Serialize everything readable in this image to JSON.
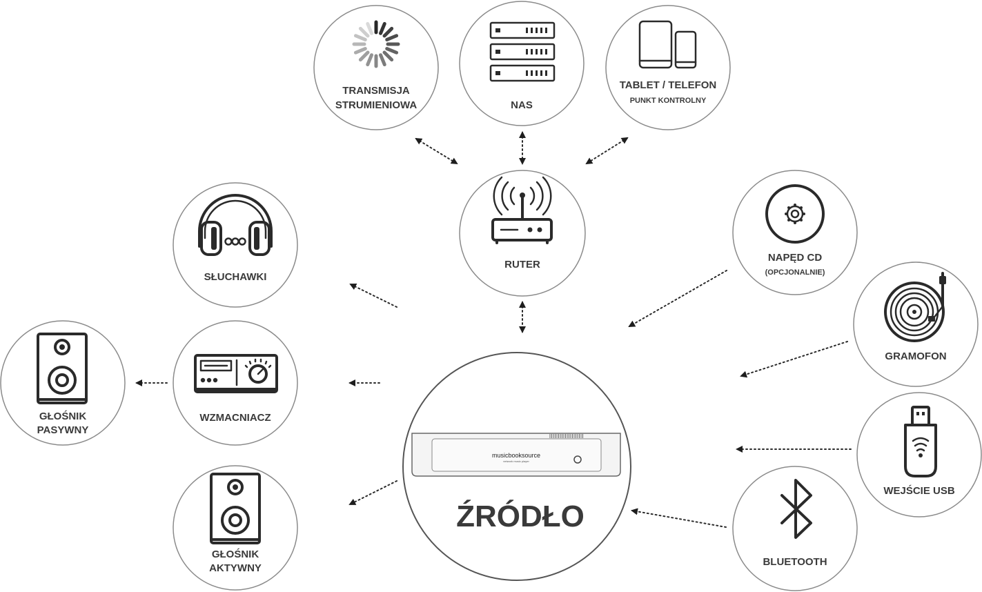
{
  "nodes": {
    "streaming": {
      "line1": "TRANSMISJA",
      "line2": "STRUMIENIOWA"
    },
    "nas": {
      "label": "NAS"
    },
    "tablet": {
      "line1": "TABLET / TELEFON",
      "line2": "PUNKT KONTROLNY"
    },
    "router": {
      "label": "RUTER"
    },
    "headphones": {
      "label": "SŁUCHAWKI"
    },
    "amplifier": {
      "label": "WZMACNIACZ"
    },
    "passive_speaker": {
      "line1": "GŁOŚNIK",
      "line2": "PASYWNY"
    },
    "active_speaker": {
      "line1": "GŁOŚNIK",
      "line2": "AKTYWNY"
    },
    "cd_drive": {
      "line1": "NAPĘD CD",
      "line2": "(OPCJONALNIE)"
    },
    "turntable": {
      "label": "GRAMOFON"
    },
    "usb": {
      "label": "WEJŚCIE USB"
    },
    "bluetooth": {
      "label": "BLUETOOTH"
    },
    "source": {
      "label": "ŹRÓDŁO",
      "device_brand": "musicbooksource",
      "device_sub": "network music player"
    }
  },
  "icons": [
    "loading-spinner-icon",
    "server-rack-icon",
    "tablet-phone-icon",
    "wifi-router-icon",
    "headphones-icon",
    "amplifier-icon",
    "speaker-icon",
    "cd-disc-icon",
    "turntable-icon",
    "usb-drive-icon",
    "bluetooth-icon"
  ],
  "colors": {
    "text": "#3a3a3a",
    "icon": "#2a2a2a",
    "circle_stroke": "#8a8a8a"
  }
}
